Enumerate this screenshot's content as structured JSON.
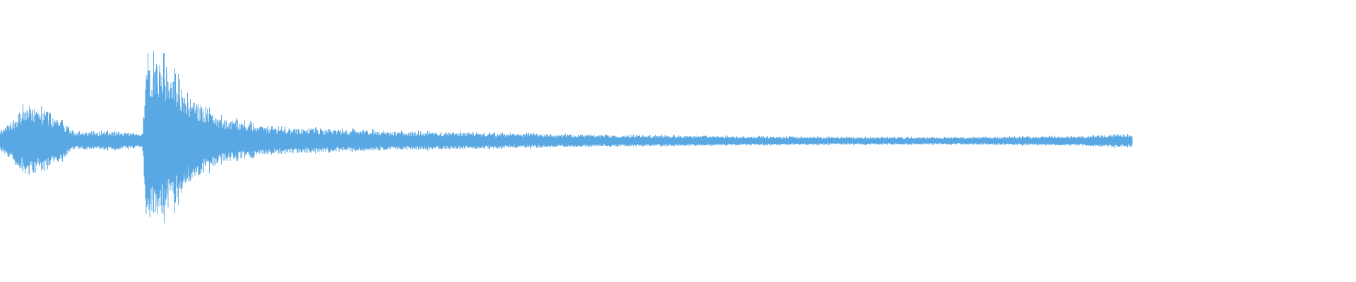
{
  "waveform": {
    "color": "#5aa8e3",
    "background": "#ffffff",
    "amplitude_envelope": [
      [
        0.0,
        0.1
      ],
      [
        0.012,
        0.28
      ],
      [
        0.02,
        0.4
      ],
      [
        0.03,
        0.34
      ],
      [
        0.045,
        0.22
      ],
      [
        0.055,
        0.1
      ],
      [
        0.085,
        0.1
      ],
      [
        0.105,
        0.08
      ],
      [
        0.108,
        0.92
      ],
      [
        0.12,
        0.86
      ],
      [
        0.14,
        0.48
      ],
      [
        0.16,
        0.26
      ],
      [
        0.2,
        0.15
      ],
      [
        0.3,
        0.1
      ],
      [
        0.45,
        0.065
      ],
      [
        0.6,
        0.045
      ],
      [
        0.7,
        0.04
      ],
      [
        0.8,
        0.055
      ],
      [
        0.82,
        0.07
      ],
      [
        0.835,
        0.07
      ]
    ]
  }
}
